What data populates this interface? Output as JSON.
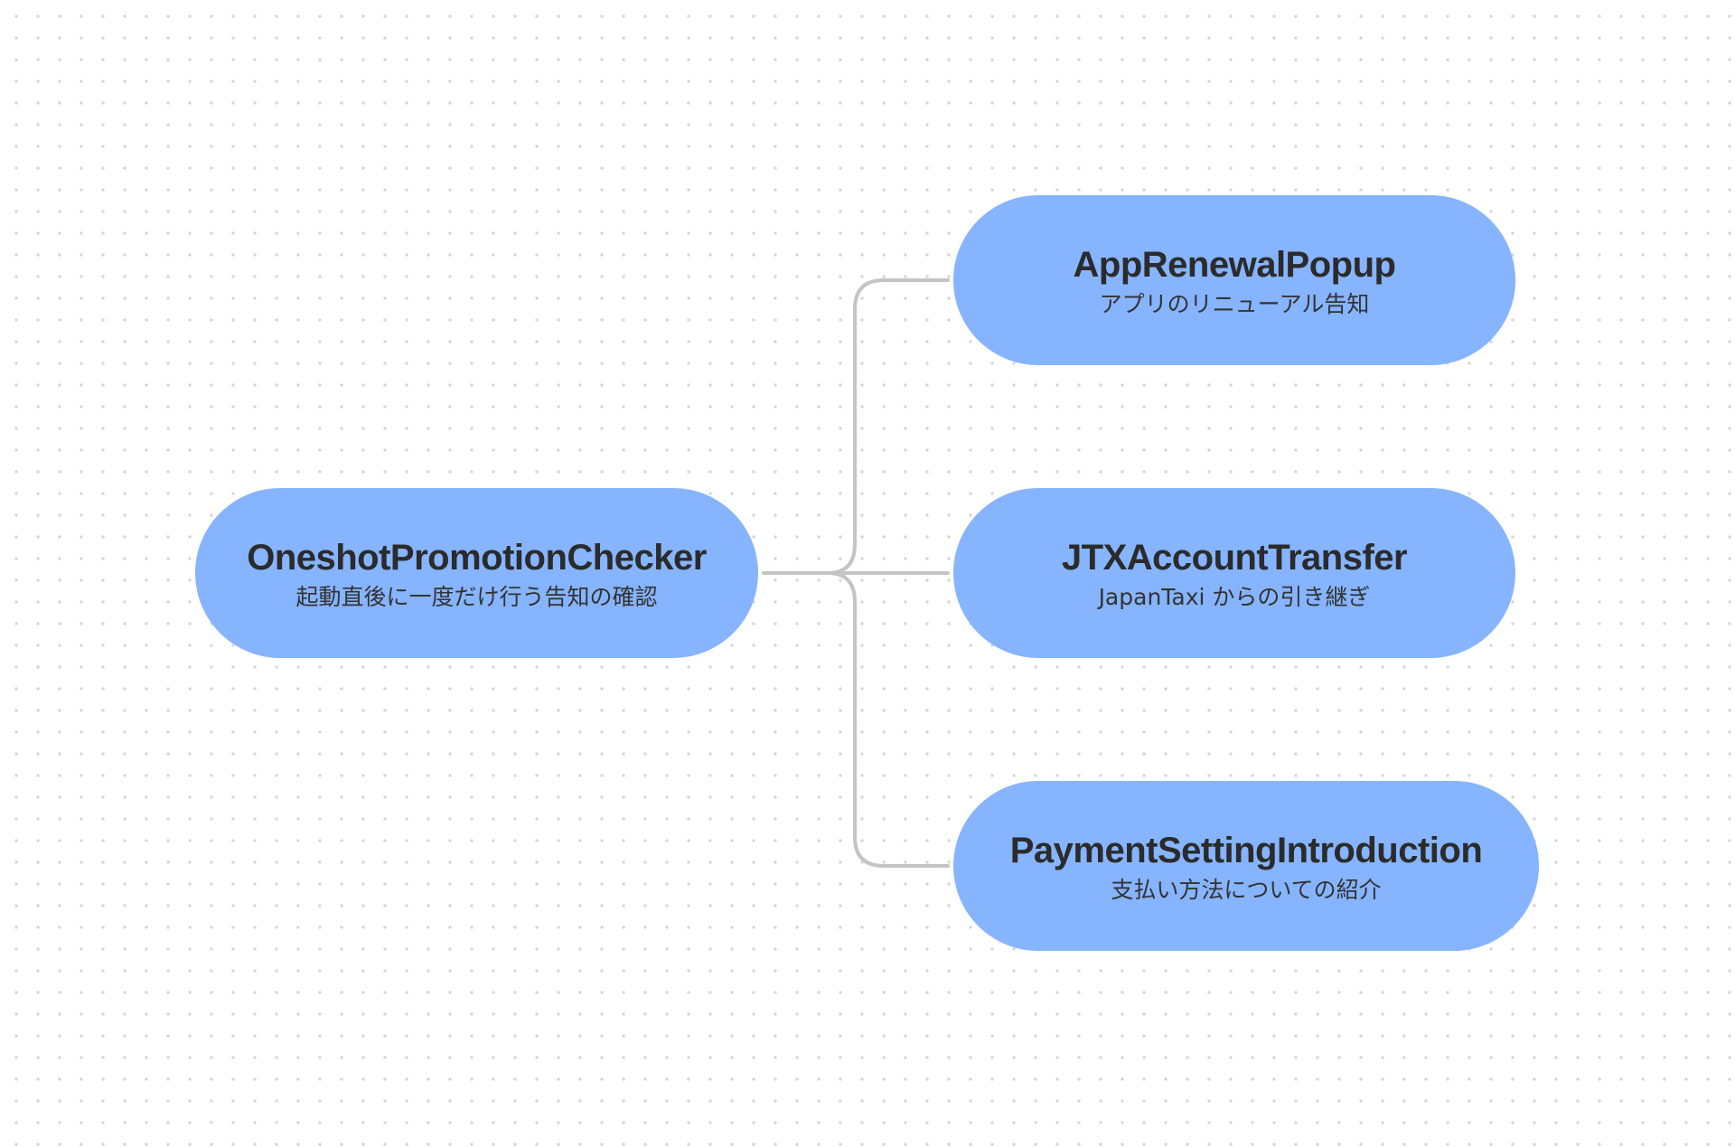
{
  "diagram": {
    "root": {
      "title": "OneshotPromotionChecker",
      "subtitle": "起動直後に一度だけ行う告知の確認"
    },
    "children": [
      {
        "title": "AppRenewalPopup",
        "subtitle": "アプリのリニューアル告知"
      },
      {
        "title": "JTXAccountTransfer",
        "subtitle": "JapanTaxi からの引き継ぎ"
      },
      {
        "title": "PaymentSettingIntroduction",
        "subtitle": "支払い方法についての紹介"
      }
    ],
    "colors": {
      "node_fill": "#86b4fe",
      "text": "#2b2b2b",
      "connector": "#c4c4c4",
      "background_dots": "#d6d6d6"
    }
  }
}
